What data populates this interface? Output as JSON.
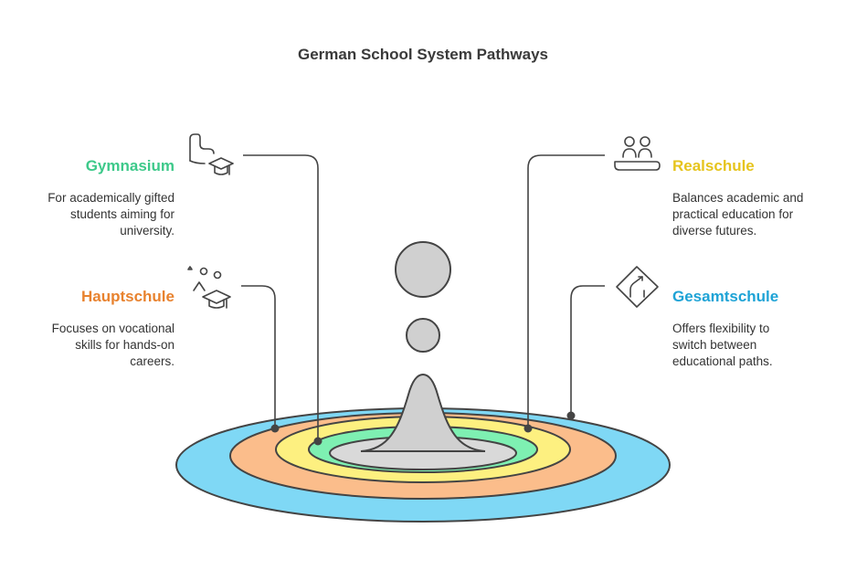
{
  "title": "German School System Pathways",
  "colors": {
    "gymnasium": "#3dc98a",
    "realschule": "#e6c41d",
    "hauptschule": "#e8822e",
    "gesamtschule": "#1ea3d6"
  },
  "items": {
    "gymnasium": {
      "label": "Gymnasium",
      "desc": [
        "For academically gifted",
        "students aiming for",
        "university."
      ],
      "icon": "flexed-arm-graduation-cap-icon"
    },
    "hauptschule": {
      "label": "Hauptschule",
      "desc": [
        "Focuses on vocational",
        "skills for hands-on",
        "careers."
      ],
      "icon": "ideas-graduation-cap-icon"
    },
    "realschule": {
      "label": "Realschule",
      "desc": [
        "Balances academic and",
        "practical education for",
        "diverse futures."
      ],
      "icon": "people-platform-icon"
    },
    "gesamtschule": {
      "label": "Gesamtschule",
      "desc": [
        "Offers flexibility to",
        "switch between",
        "educational paths."
      ],
      "icon": "route-sign-icon"
    }
  }
}
